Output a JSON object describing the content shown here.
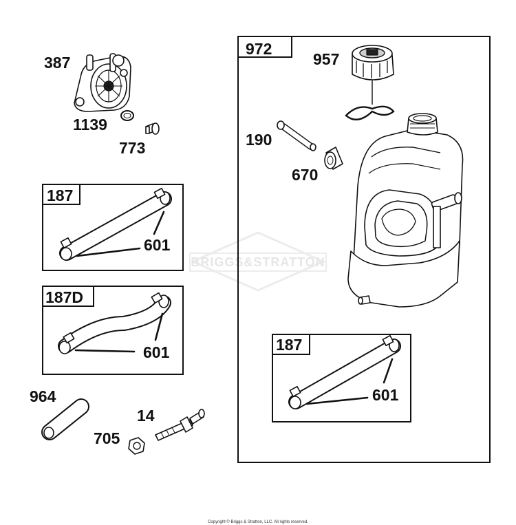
{
  "callouts": {
    "p387": "387",
    "p1139": "1139",
    "p773": "773",
    "p964": "964",
    "p14": "14",
    "p705": "705",
    "p957": "957",
    "p190": "190",
    "p670": "670"
  },
  "boxes": {
    "hose_187_left": {
      "label": "187",
      "clamp": "601"
    },
    "hose_187d": {
      "label": "187D",
      "clamp": "601"
    },
    "tank_972": {
      "label": "972"
    },
    "hose_187_tank": {
      "label": "187",
      "clamp": "601"
    }
  },
  "watermark": "BRIGGS&STRATTON",
  "copyright": "Copyright © Briggs & Stratton, LLC. All rights reserved."
}
